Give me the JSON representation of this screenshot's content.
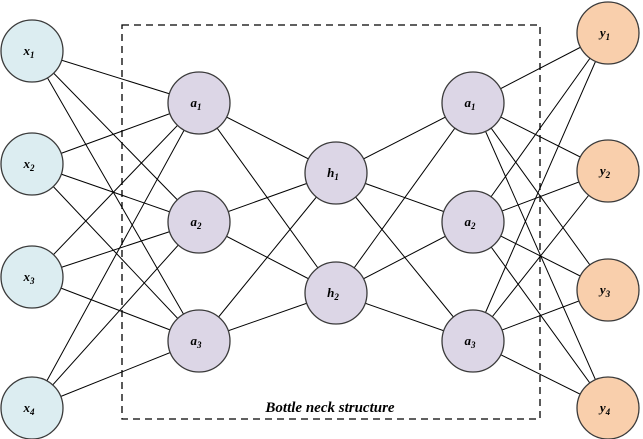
{
  "caption": "Bottle neck structure",
  "colors": {
    "input_fill": "#dcedf1",
    "hidden_fill": "#dcd6e6",
    "output_fill": "#f9cfac",
    "stroke": "#3a3a3a",
    "edge": "#000000"
  },
  "layers": [
    {
      "name": "input",
      "nodes": [
        {
          "base": "x",
          "sub": "1"
        },
        {
          "base": "x",
          "sub": "2"
        },
        {
          "base": "x",
          "sub": "3"
        },
        {
          "base": "x",
          "sub": "4"
        }
      ]
    },
    {
      "name": "encoder",
      "nodes": [
        {
          "base": "a",
          "sub": "1"
        },
        {
          "base": "a",
          "sub": "2"
        },
        {
          "base": "a",
          "sub": "3"
        }
      ]
    },
    {
      "name": "bottleneck",
      "nodes": [
        {
          "base": "h",
          "sub": "1"
        },
        {
          "base": "h",
          "sub": "2"
        }
      ]
    },
    {
      "name": "decoder",
      "nodes": [
        {
          "base": "a",
          "sub": "1"
        },
        {
          "base": "a",
          "sub": "2"
        },
        {
          "base": "a",
          "sub": "3"
        }
      ]
    },
    {
      "name": "output",
      "nodes": [
        {
          "base": "y",
          "sub": "1"
        },
        {
          "base": "y",
          "sub": "2"
        },
        {
          "base": "y",
          "sub": "3"
        },
        {
          "base": "y",
          "sub": "4"
        }
      ]
    }
  ]
}
